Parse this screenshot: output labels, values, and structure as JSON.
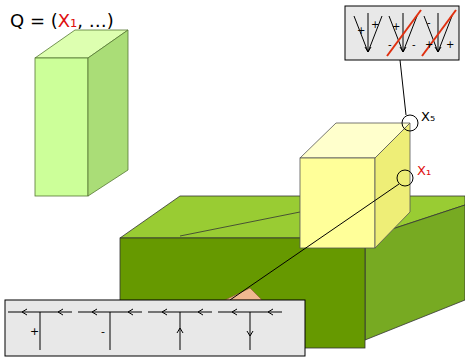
{
  "diagram": {
    "labels": [
      "Q = (",
      "X₁",
      ", …)",
      "X₅",
      "X₁",
      "+",
      "+",
      "+",
      "-",
      "-",
      "-",
      "+",
      "+",
      "+",
      "-"
    ]
  }
}
